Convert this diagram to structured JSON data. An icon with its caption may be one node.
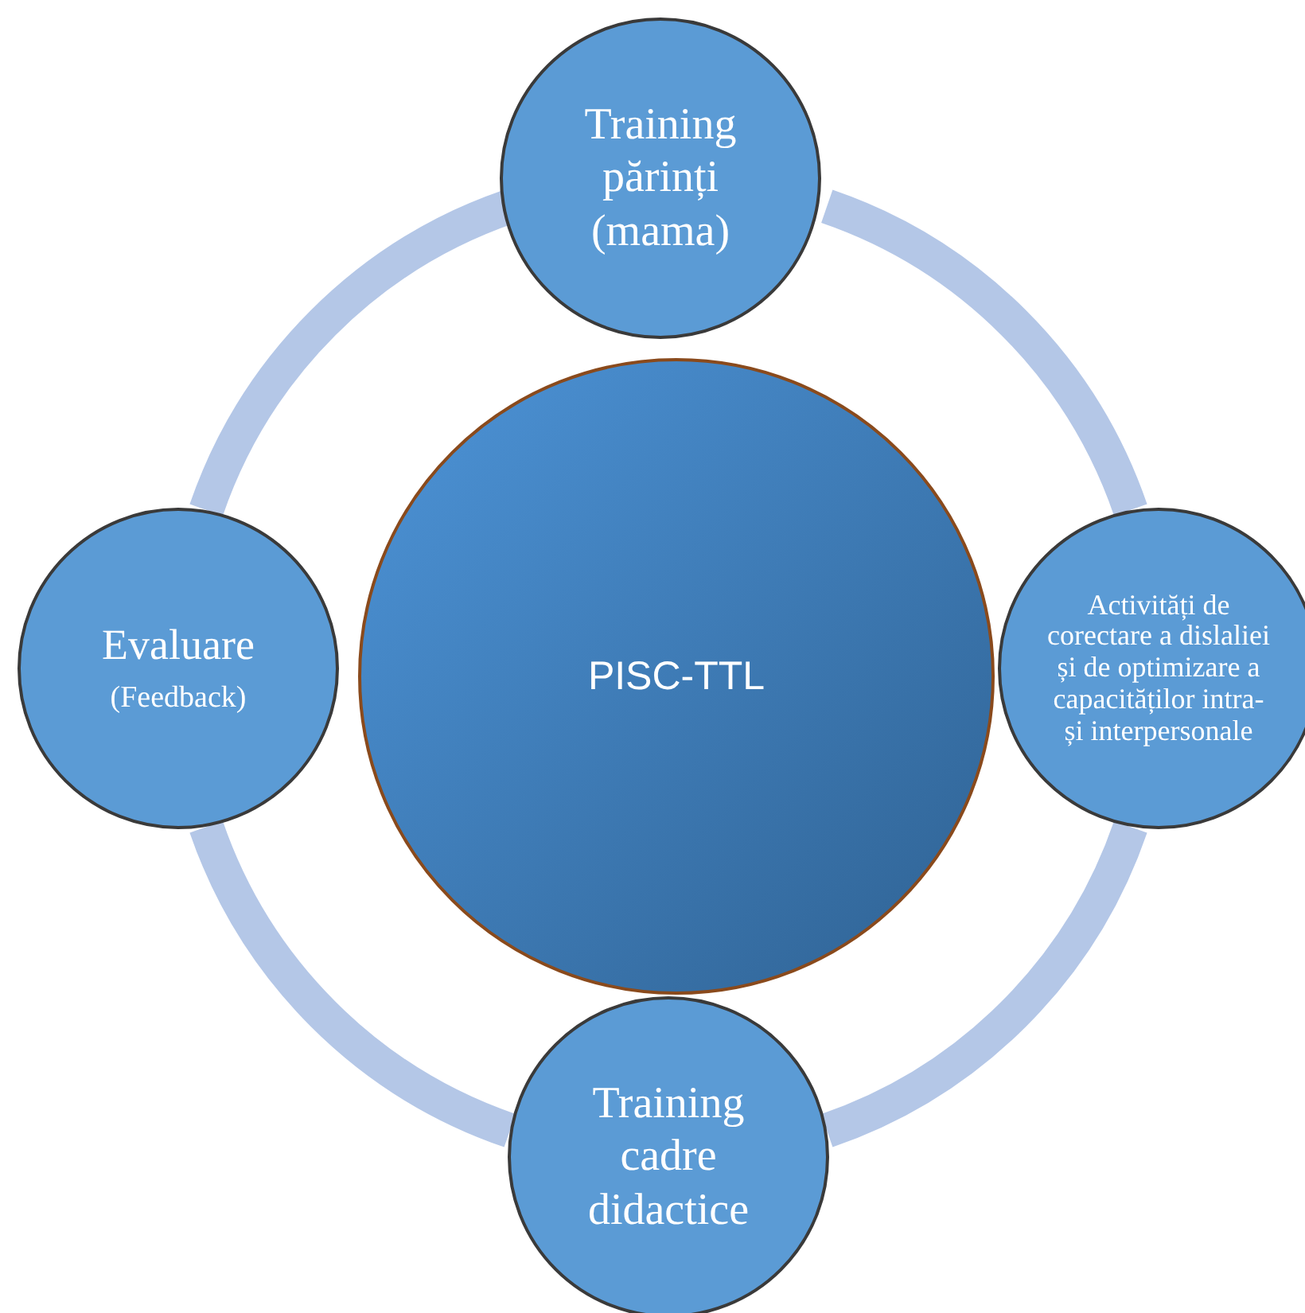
{
  "diagram": {
    "nodes": [
      {
        "text": [
          "PISC-TTL"
        ]
      },
      {
        "text": [
          "Training părinți (mama)"
        ]
      },
      {
        "text": [
          "Activități de corectare a dislaliei și de optimizare a capacităților intra- și interpersonale"
        ]
      },
      {
        "text": [
          "Training cadre didactice"
        ]
      },
      {
        "text": [
          "Evaluare",
          "(Feedback)"
        ]
      }
    ],
    "edges": [
      {
        "from": 1,
        "to": 2,
        "arrow": "none"
      },
      {
        "from": 2,
        "to": 3,
        "arrow": "none"
      },
      {
        "from": 3,
        "to": 4,
        "arrow": "none"
      },
      {
        "from": 4,
        "to": 1,
        "arrow": "none"
      }
    ]
  }
}
